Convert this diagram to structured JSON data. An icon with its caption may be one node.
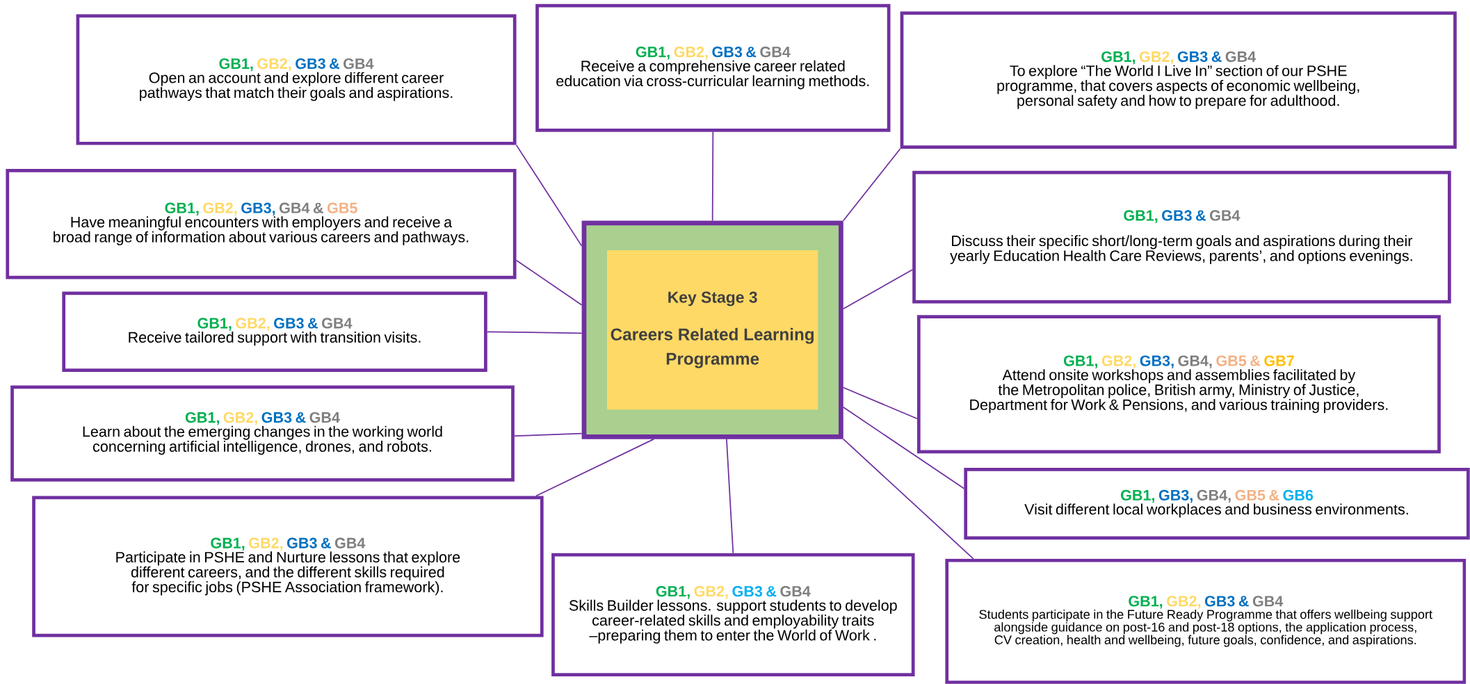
{
  "diagram": {
    "nodes": [
      {
        "text": [
          "Key Stage 3",
          "Careers Related Learning Programme"
        ]
      },
      {
        "text": [
          "GB1,",
          "GB2,",
          "GB3 &",
          "GB4",
          "Open an account and explore different career pathways that match their goals and aspirations."
        ]
      },
      {
        "text": [
          "GB1,",
          "GB2,",
          "GB3 &",
          "GB4",
          "Receive a comprehensive career related education via cross-curricular learning methods."
        ]
      },
      {
        "text": [
          "GB1,",
          "GB2,",
          "GB3 &",
          "GB4",
          "To explore “The World I Live In” section of our PSHE programme, that covers aspects of economic wellbeing, personal safety and how to prepare for adulthood."
        ]
      },
      {
        "text": [
          "GB1,",
          "GB2,",
          "GB3,",
          "GB4 &",
          "GB5",
          "Have meaningful encounters with employers and receive a broad range of information about various careers and pathways."
        ]
      },
      {
        "text": [
          "GB1,",
          "GB3 &",
          "GB4",
          "Discuss their specific short/long-term goals and aspirations during their yearly Education Health Care Reviews, parents’, and options evenings."
        ]
      },
      {
        "text": [
          "GB1,",
          "GB2,",
          "GB3 &",
          "GB4",
          "Receive tailored support with transition visits."
        ]
      },
      {
        "text": [
          "GB1,",
          "GB2,",
          "GB3,",
          "GB4,",
          "GB5 &",
          "GB7",
          "Attend onsite workshops and assemblies facilitated by the Metropolitan police, British army, Ministry of Justice, Department for Work & Pensions, and various training providers."
        ]
      },
      {
        "text": [
          "GB1,",
          "GB2,",
          "GB3 &",
          "GB4",
          "Learn about the emerging changes in the working world concerning artificial intelligence, drones, and robots."
        ]
      },
      {
        "text": [
          "GB1,",
          "GB3,",
          "GB4,",
          "GB5 &",
          "GB6",
          "Visit different local workplaces and business environments."
        ]
      },
      {
        "text": [
          "GB1,",
          "GB2,",
          "GB3 &",
          "GB4",
          "Participate in PSHE and Nurture lessons that explore different careers, and the different skills required for specific jobs (PSHE Association framework)."
        ]
      },
      {
        "text": [
          "GB1,",
          "GB2,",
          "GB3 &",
          "GB4",
          "Skills Builder lessons. support students to develop career-related skills and employability traits –preparing them to enter the World of Work ."
        ]
      },
      {
        "text": [
          "GB1,",
          "GB2,",
          "GB3 &",
          "GB4",
          "Students participate in the Future Ready Programme that offers wellbeing support alongside guidance on post-16 and post-18 options, the application process, CV creation, health and wellbeing, future goals, confidence, and aspirations."
        ]
      }
    ],
    "edges": [
      {
        "from": 0,
        "to": 1,
        "arrow": "none"
      },
      {
        "from": 0,
        "to": 2,
        "arrow": "none"
      },
      {
        "from": 0,
        "to": 3,
        "arrow": "none"
      },
      {
        "from": 0,
        "to": 4,
        "arrow": "none"
      },
      {
        "from": 0,
        "to": 5,
        "arrow": "none"
      },
      {
        "from": 0,
        "to": 6,
        "arrow": "none"
      },
      {
        "from": 0,
        "to": 7,
        "arrow": "none"
      },
      {
        "from": 0,
        "to": 8,
        "arrow": "none"
      },
      {
        "from": 0,
        "to": 9,
        "arrow": "none"
      },
      {
        "from": 0,
        "to": 10,
        "arrow": "none"
      },
      {
        "from": 0,
        "to": 11,
        "arrow": "none"
      },
      {
        "from": 0,
        "to": 12,
        "arrow": "none"
      }
    ]
  }
}
